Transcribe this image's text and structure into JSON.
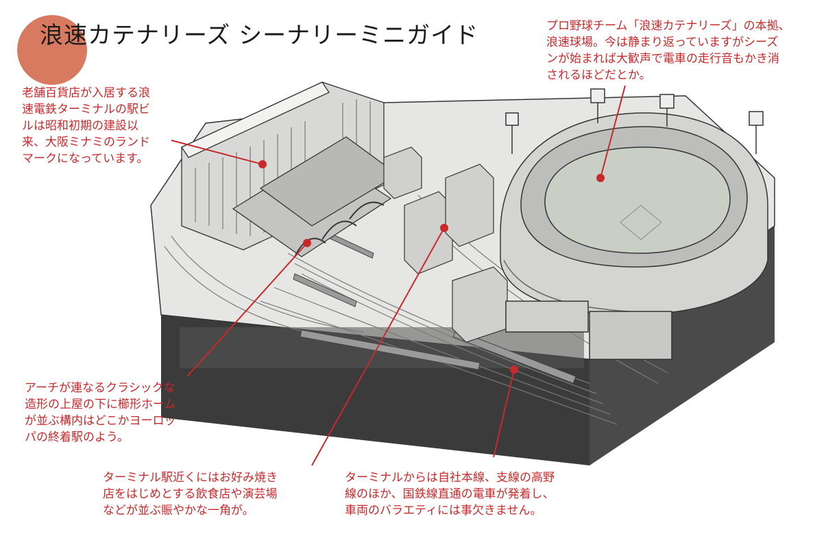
{
  "title": "浪速カテナリーズ シーナリーミニガイド",
  "colors": {
    "accent": "#c8292a",
    "title_circle": "#d77a60",
    "base": "#3b3b3b",
    "field": "#c9cfc4"
  },
  "annotations": {
    "station_building": "老舗百貨店が入居する浪\n速電鉄ターミナルの駅ビ\nルは昭和初期の建設以\n来、大阪ミナミのランド\nマークになっています。",
    "stadium": "プロ野球チーム「浪速カテナリーズ」の本拠、\n浪速球場。今は静まり返っていますがシーズ\nンが始まれば大歓声で電車の走行音もかき消\nされるほどだとか。",
    "platform_roof": "アーチが連なるクラシックな\n造形の上屋の下に櫛形ホーム\nが並ぶ構内はどこかヨーロッ\nパの終着駅のよう。",
    "shops": "ターミナル駅近くにはお好み焼き\n店をはじめとする飲食店や演芸場\nなどが並ぶ賑やかな一角が。",
    "rail_lines": "ターミナルからは自社本線、支線の高野\n線のほか、国鉄線直通の電車が発着し、\n車両のバラエティには事欠きません。"
  }
}
